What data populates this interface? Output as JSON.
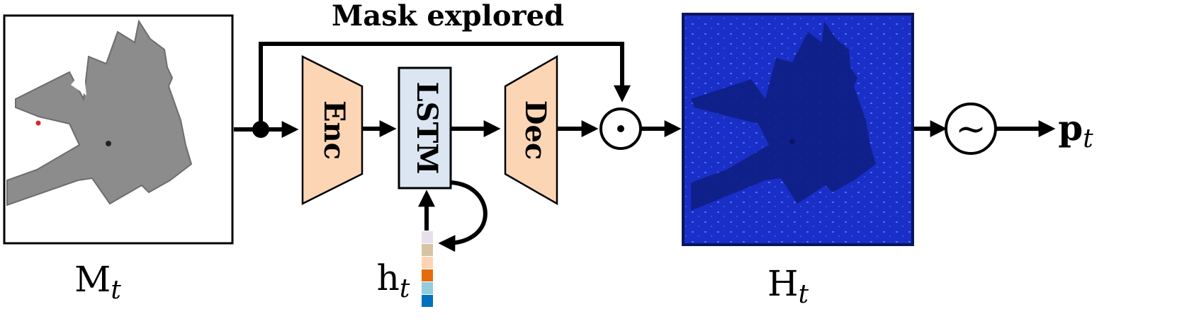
{
  "title": "Mask explored",
  "blocks": {
    "encoder": "Enc",
    "lstm": "LSTM",
    "decoder": "Dec"
  },
  "operators": {
    "hadamard": "⊙",
    "sampling": "~"
  },
  "labels": {
    "input_map": {
      "main": "M",
      "sub": "t"
    },
    "hidden_state": {
      "main": "h",
      "sub": "t"
    },
    "heatmap": {
      "main": "H",
      "sub": "t"
    },
    "output": {
      "main": "p",
      "sub": "t"
    }
  },
  "colors": {
    "encoder_fill": "#fcd5b5",
    "decoder_fill": "#fcd5b5",
    "lstm_fill": "#dce6f2",
    "heatmap_bg": "#1a2fc8",
    "heatmap_dark": "#0f1f86",
    "map_gray": "#8c8c8c",
    "hidden_state_cells": [
      "#e6e0ec",
      "#d6c4a4",
      "#fcd5b5",
      "#e46c0a",
      "#93cddd",
      "#0070c0"
    ]
  }
}
